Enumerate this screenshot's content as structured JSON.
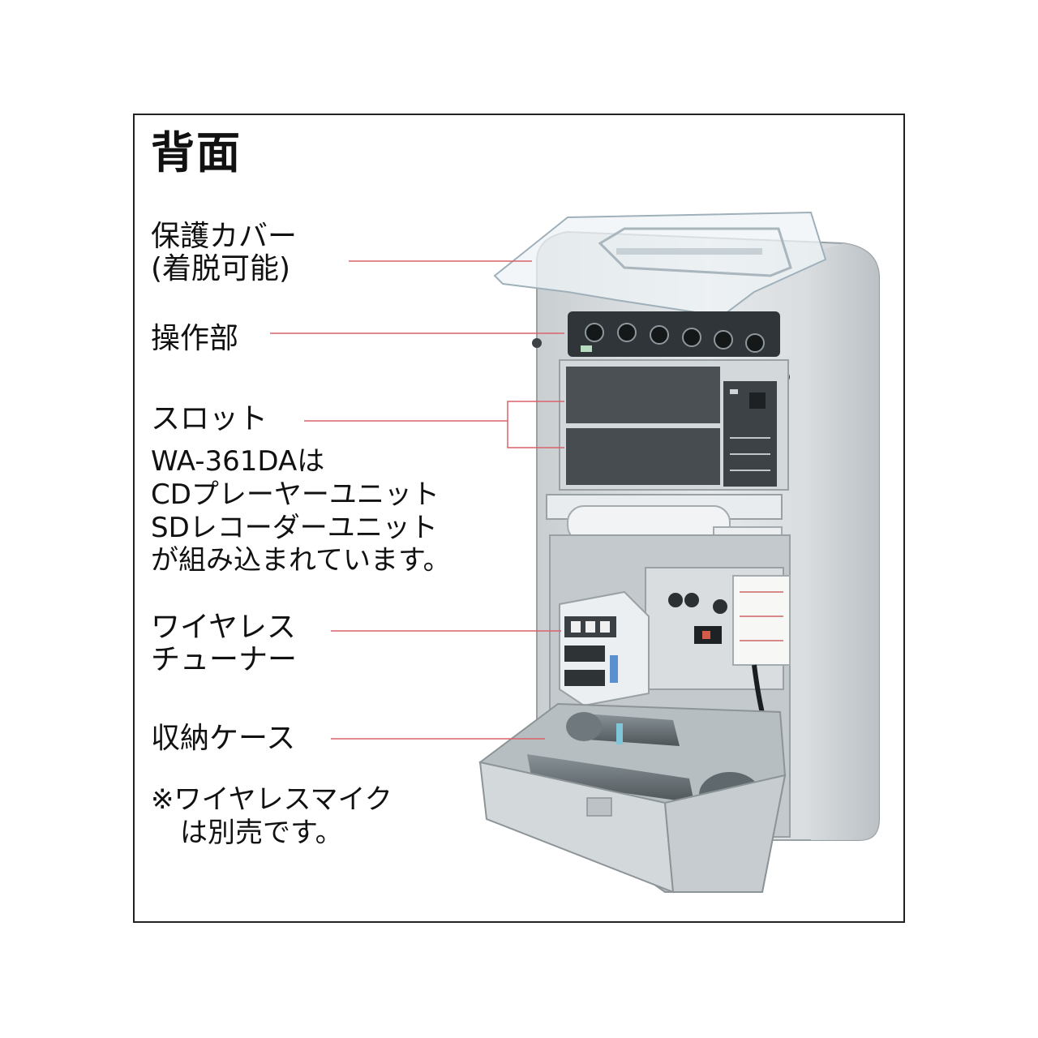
{
  "title": "背面",
  "labels": {
    "cover_line1": "保護カバー",
    "cover_line2": "(着脱可能)",
    "controls": "操作部",
    "slot": "スロット",
    "slot_note": [
      "WA-361DAは",
      "CDプレーヤーユニット",
      "SDレコーダーユニット",
      "が組み込まれています。"
    ],
    "tuner_line1": "ワイヤレス",
    "tuner_line2": "チューナー",
    "storage": "収納ケース",
    "storage_note": [
      "※ワイヤレスマイク",
      "は別売です。"
    ]
  },
  "colors": {
    "leader": "#d9636b",
    "body": "#dfe3e6",
    "panel": "#3f4547",
    "frame": "#222222"
  }
}
